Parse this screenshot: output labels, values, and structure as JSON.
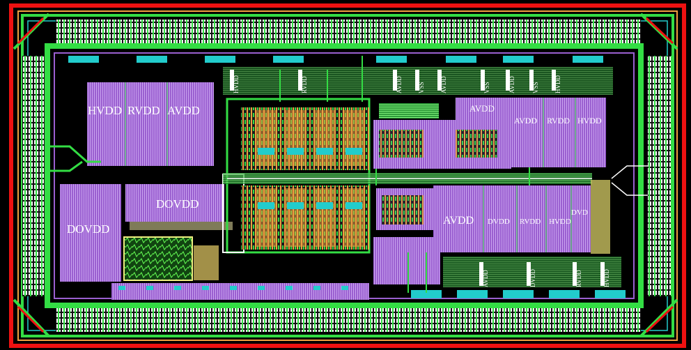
{
  "labels": {
    "hvdd_1": "HVDD",
    "rvdd_1": "RVDD",
    "avdd_1": "AVDD",
    "dovdd_1": "DOVDD",
    "dovdd_2": "DOVDD",
    "avdd_2": "AVDD",
    "avdd_3": "AVDD",
    "rvdd_2": "RVDD",
    "hvdd_2": "HVDD",
    "avdd_4": "AVDD",
    "dvdd_1": "DVDD",
    "rvdd_3": "RVDD",
    "hvdd_3": "HVDD",
    "dvd_1": "DVD"
  },
  "rail_labels": {
    "top": [
      "HVDD",
      "RVDD",
      "AVDD",
      "VSS",
      "AVDD",
      "VSS",
      "AVDD",
      "VSS",
      "HVDD"
    ],
    "bottom": [
      "AVDD",
      "DVDD",
      "RVDD",
      "HVDD"
    ]
  },
  "colors": {
    "background": "#000000",
    "metal_green": "#33dd44",
    "power_violet": "#a066d8",
    "poly_orange": "#f0a040",
    "via_cyan": "#22cccc",
    "seal_red": "#ee1111",
    "pad_white": "#f2f2f2"
  }
}
